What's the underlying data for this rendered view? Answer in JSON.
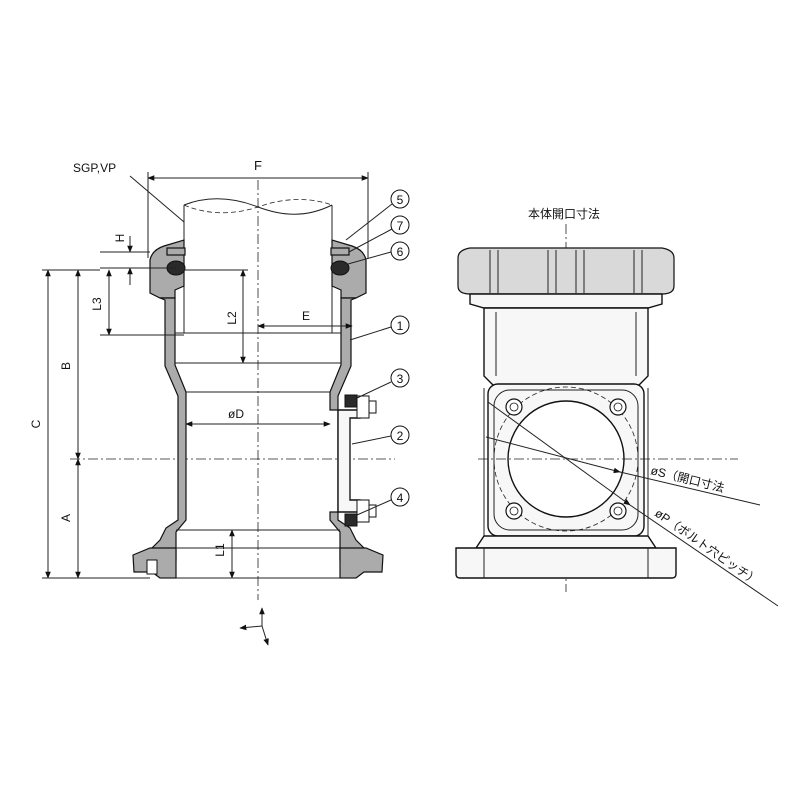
{
  "labels": {
    "pipe_type": "SGP,VP",
    "dim_F": "F",
    "dim_H": "H",
    "dim_L3": "L3",
    "dim_L2": "L2",
    "dim_E": "E",
    "dim_B": "B",
    "dim_C": "C",
    "dim_D": "øD",
    "dim_A": "A",
    "dim_L1": "L1",
    "body_opening_title": "本体開口寸法",
    "dim_S": "øS（開口寸法",
    "dim_P": "øP（ボルト穴ピッチ）"
  },
  "callouts": [
    "5",
    "7",
    "6",
    "1",
    "3",
    "2",
    "4"
  ],
  "icons": {
    "orientation": "axis-triad-icon"
  }
}
